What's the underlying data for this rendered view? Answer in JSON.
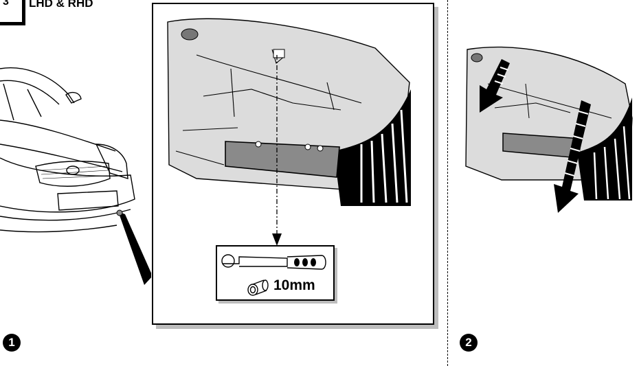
{
  "step": {
    "number": "3",
    "title": "LHD & RHD"
  },
  "detail": {
    "tool_size": "10mm"
  },
  "badges": {
    "one": "1",
    "two": "2"
  },
  "icons": {
    "car": "car-front-illustration",
    "underbody": "underbody-closeup-illustration",
    "ratchet": "ratchet-icon",
    "socket": "socket-icon",
    "arrow": "removal-direction-arrow-icon"
  },
  "colors": {
    "ink": "#000000",
    "panel_shade": "#8a8a8a",
    "shadow": "#bdbdbd"
  }
}
